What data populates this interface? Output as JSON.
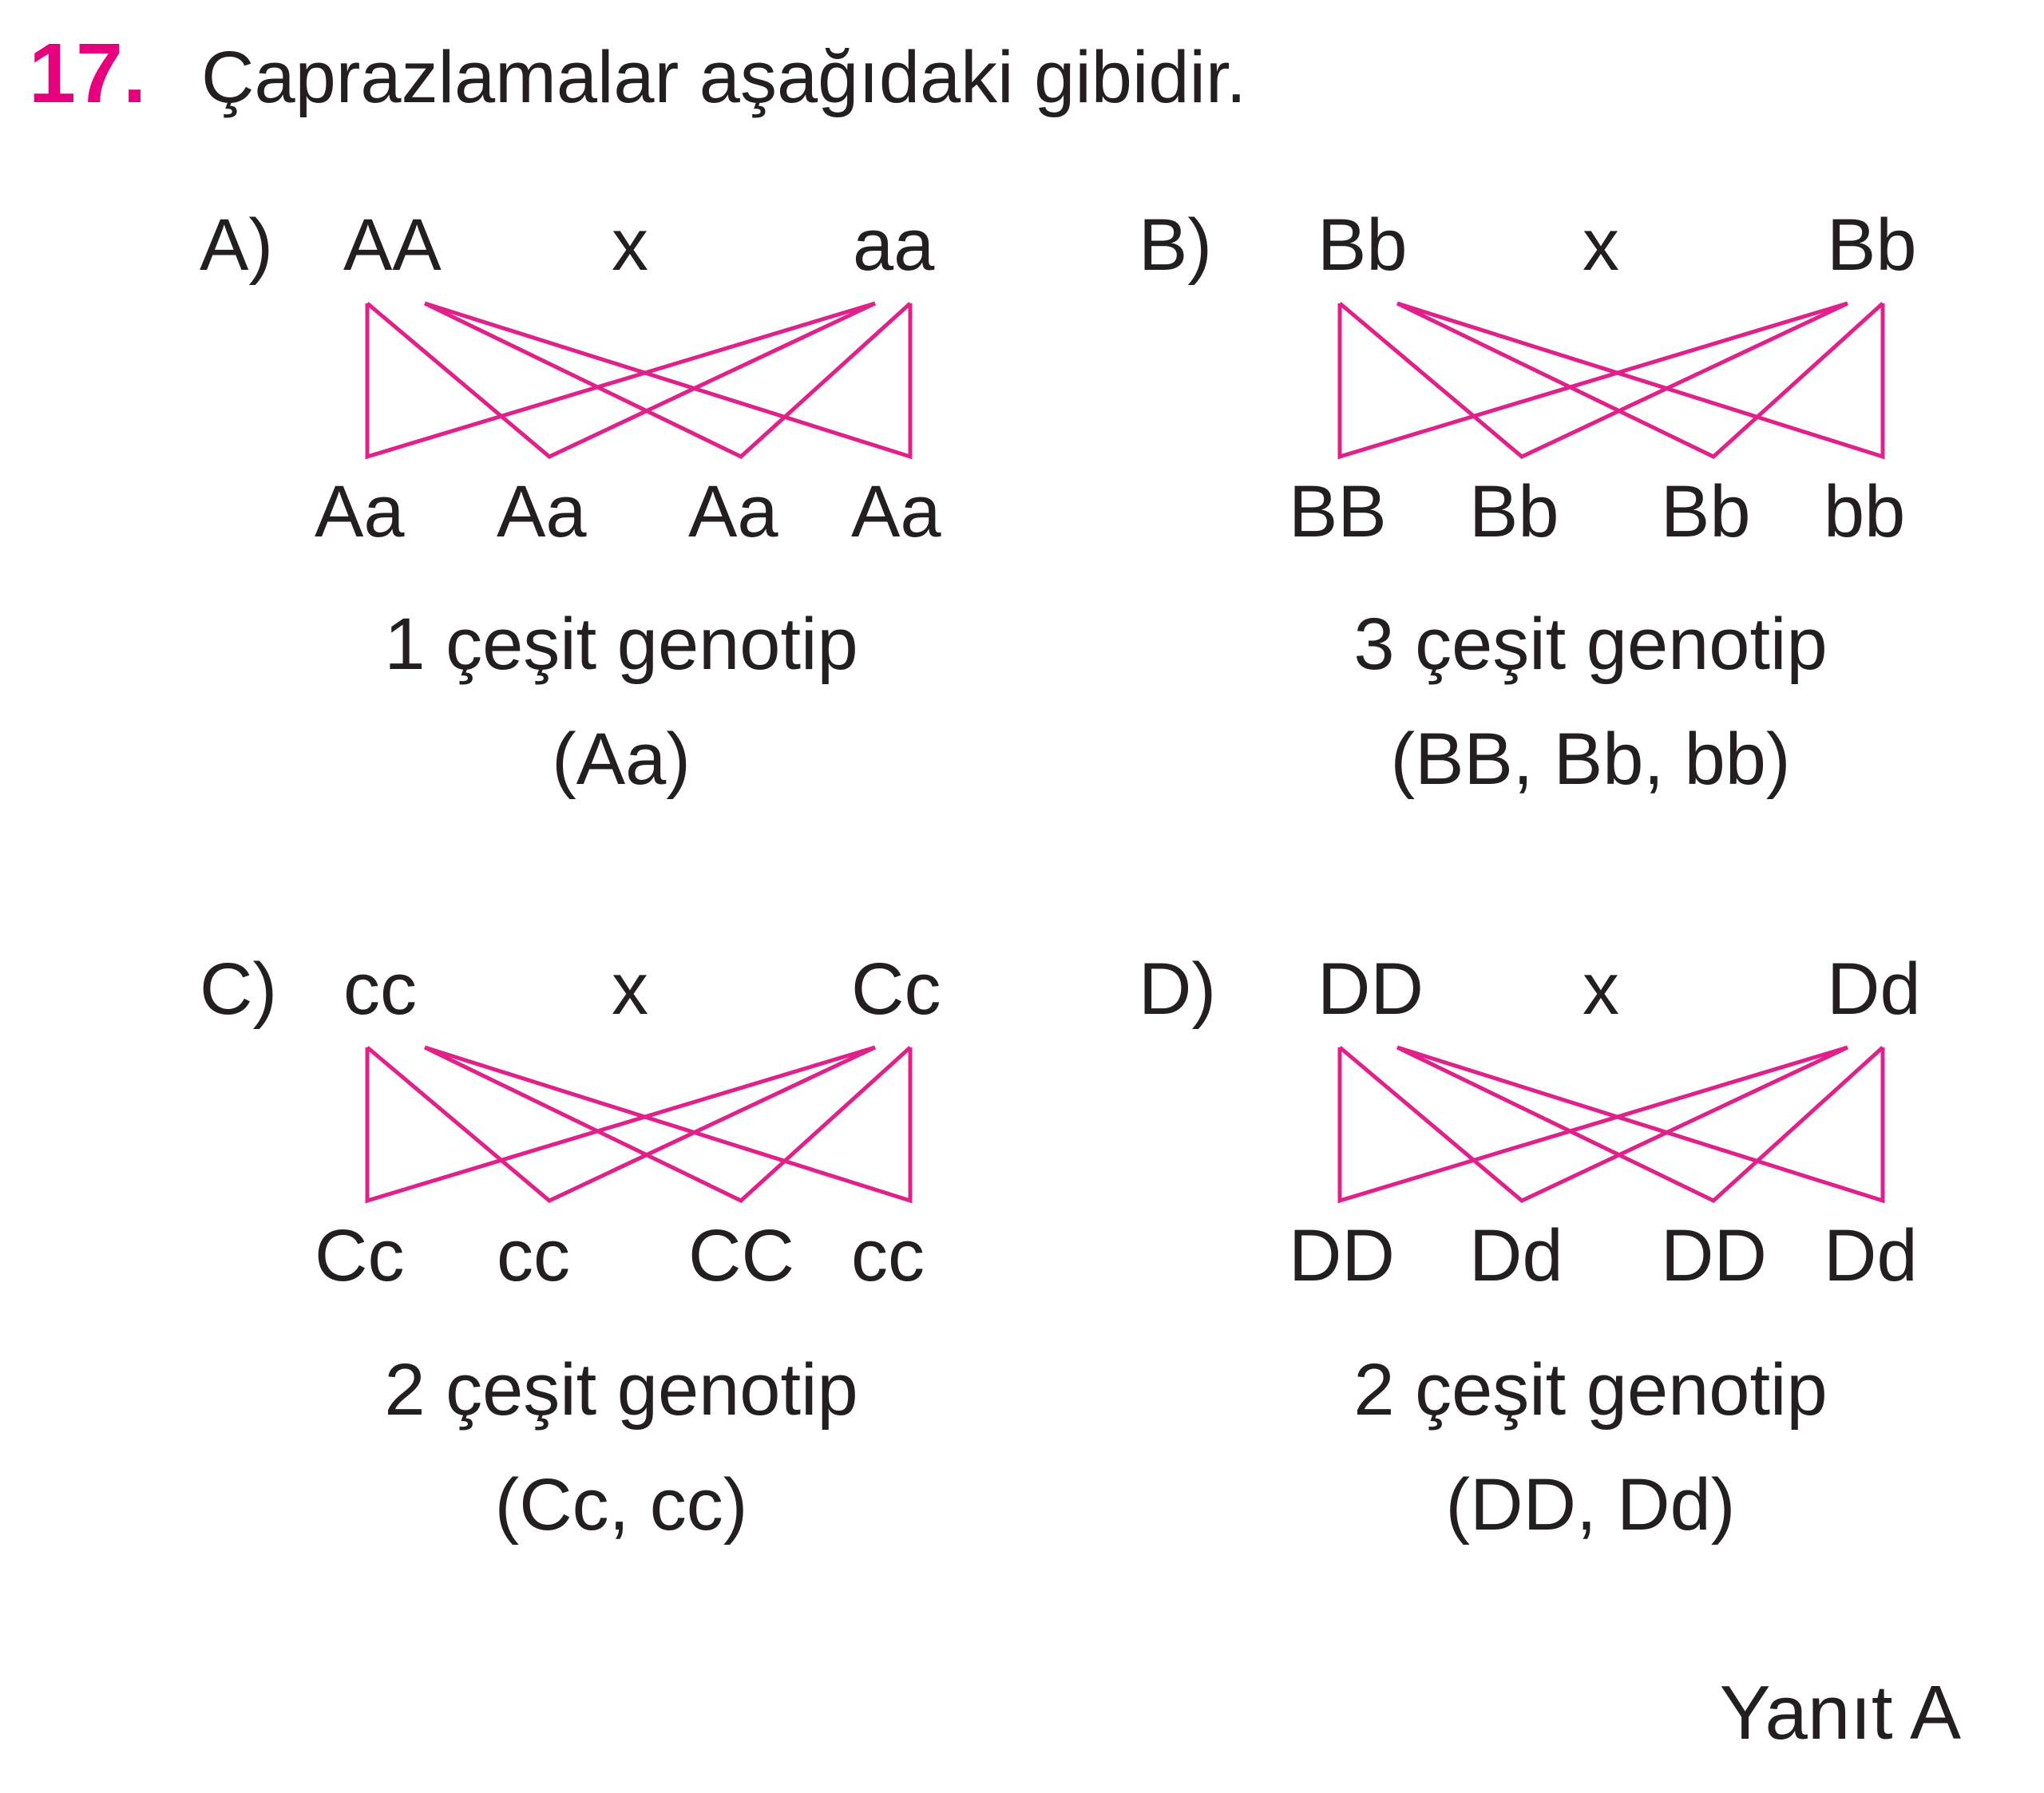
{
  "question": {
    "number": "17.",
    "text": "Çaprazlamalar aşağıdaki gibidir."
  },
  "line_color": "#e0218a",
  "number_color": "#e6007e",
  "crosses": [
    {
      "label": "A)",
      "parent1": "AA",
      "cross_symbol": "x",
      "parent2": "aa",
      "offspring": [
        "Aa",
        "Aa",
        "Aa",
        "Aa"
      ],
      "summary": "1 çeşit genotip",
      "genotypes": "(Aa)"
    },
    {
      "label": "B)",
      "parent1": "Bb",
      "cross_symbol": "x",
      "parent2": "Bb",
      "offspring": [
        "BB",
        "Bb",
        "Bb",
        "bb"
      ],
      "summary": "3 çeşit genotip",
      "genotypes": "(BB, Bb, bb)"
    },
    {
      "label": "C)",
      "parent1": "cc",
      "cross_symbol": "x",
      "parent2": "Cc",
      "offspring": [
        "Cc",
        "cc",
        "CC",
        "cc"
      ],
      "summary": "2 çeşit genotip",
      "genotypes": "(Cc, cc)"
    },
    {
      "label": "D)",
      "parent1": "DD",
      "cross_symbol": "x",
      "parent2": "Dd",
      "offspring": [
        "DD",
        "Dd",
        "DD",
        "Dd"
      ],
      "summary": "2 çeşit genotip",
      "genotypes": "(DD, Dd)"
    }
  ],
  "answer": "Yanıt A"
}
